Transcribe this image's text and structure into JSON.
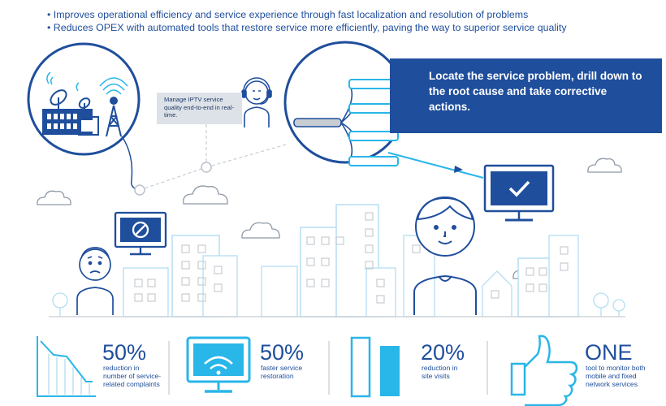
{
  "bullets": [
    "Improves operational efficiency and service experience through fast localization and resolution of problems",
    "Reduces OPEX with automated tools that restore service more efficiently, paving the way to superior service quality"
  ],
  "bullet_char": "•",
  "callout": "Locate the service problem, drill down to the root cause and take corrective actions.",
  "note": "Manage IPTV service quality end-to-end in real-time.",
  "stats": [
    {
      "value": "50%",
      "desc": "reduction in number of service-related complaints",
      "icon": "declining-chart-icon"
    },
    {
      "value": "50%",
      "desc": "faster service restoration",
      "icon": "monitor-signal-icon"
    },
    {
      "value": "20%",
      "desc": "reduction in site visits",
      "icon": "comparison-bars-icon"
    },
    {
      "value": "ONE",
      "desc": "tool to monitor both mobile and fixed network services",
      "icon": "thumbs-up-icon"
    }
  ],
  "colors": {
    "navy": "#1f4e9c",
    "cyan": "#29b6e8",
    "light_blue": "#b5ddf3",
    "grey": "#c8cdd3",
    "note_bg": "#dde2e8"
  }
}
